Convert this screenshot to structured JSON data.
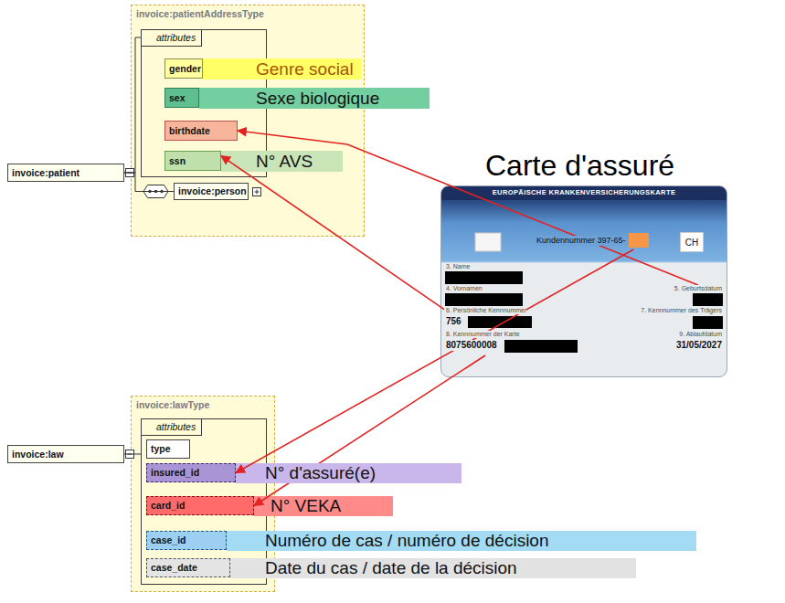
{
  "diagram": {
    "nodes": [
      {
        "text": [
          "invoice:patientAddressType"
        ]
      },
      {
        "text": [
          "attributes"
        ],
        "in": 0
      },
      {
        "text": [
          "gender"
        ],
        "in": 1
      },
      {
        "text": [
          "sex"
        ],
        "in": 1
      },
      {
        "text": [
          "birthdate"
        ],
        "in": 1
      },
      {
        "text": [
          "ssn"
        ],
        "in": 1
      },
      {
        "text": [
          "invoice:person"
        ],
        "in": 0
      },
      {
        "text": [
          "Genre social"
        ],
        "in": 0
      },
      {
        "text": [
          "Sexe biologique"
        ]
      },
      {
        "text": [
          "N° AVS"
        ],
        "in": 0
      },
      {
        "text": [
          "invoice:patient"
        ]
      },
      {
        "text": [
          "Carte d'assuré",
          "EUROPÄISCHE KRANKENVERSICHERUNGSKARTE"
        ]
      },
      {
        "text": [
          "Kundennummer 397-65-"
        ],
        "in": 11
      },
      {
        "text": [
          "CH"
        ],
        "in": 11
      },
      {
        "text": [
          "3. Name"
        ],
        "in": 11
      },
      {
        "text": [
          "4. Vornamen"
        ],
        "in": 11
      },
      {
        "text": [
          "5. Geburtsdatum"
        ],
        "in": 11
      },
      {
        "text": [
          "6. Persönliche Kennnummer",
          "756"
        ],
        "in": 11
      },
      {
        "text": [
          "7. Kennnummer des Trägers"
        ],
        "in": 11
      },
      {
        "text": [
          "8. Kennnummer der Karte",
          "8075600008"
        ],
        "in": 11
      },
      {
        "text": [
          "9. Ablaufdatum",
          "31/05/2027"
        ],
        "in": 11
      },
      {
        "text": [
          "invoice:lawType"
        ]
      },
      {
        "text": [
          "attributes"
        ],
        "in": 21
      },
      {
        "text": [
          "type"
        ],
        "in": 22
      },
      {
        "text": [
          "insured_id"
        ],
        "in": 22
      },
      {
        "text": [
          "card_id"
        ],
        "in": 22
      },
      {
        "text": [
          "case_id"
        ],
        "in": 22
      },
      {
        "text": [
          "case_date"
        ],
        "in": 22
      },
      {
        "text": [
          "N° d'assuré(e)"
        ]
      },
      {
        "text": [
          "N° VEKA"
        ]
      },
      {
        "text": [
          "Numéro de cas / numéro de décision"
        ]
      },
      {
        "text": [
          "Date du cas / date de la décision"
        ]
      },
      {
        "text": [
          "invoice:law"
        ]
      }
    ],
    "edges": [
      {
        "from": 10,
        "to": 1,
        "arrow": "none"
      },
      {
        "from": 10,
        "to": 6,
        "arrow": "none"
      },
      {
        "from": 32,
        "to": 22,
        "arrow": "none"
      },
      {
        "from": 16,
        "to": 4,
        "arrow": "to"
      },
      {
        "from": 17,
        "to": 5,
        "arrow": "to"
      },
      {
        "from": 12,
        "to": 24,
        "arrow": "to"
      },
      {
        "from": 19,
        "to": 25,
        "arrow": "to"
      }
    ]
  }
}
